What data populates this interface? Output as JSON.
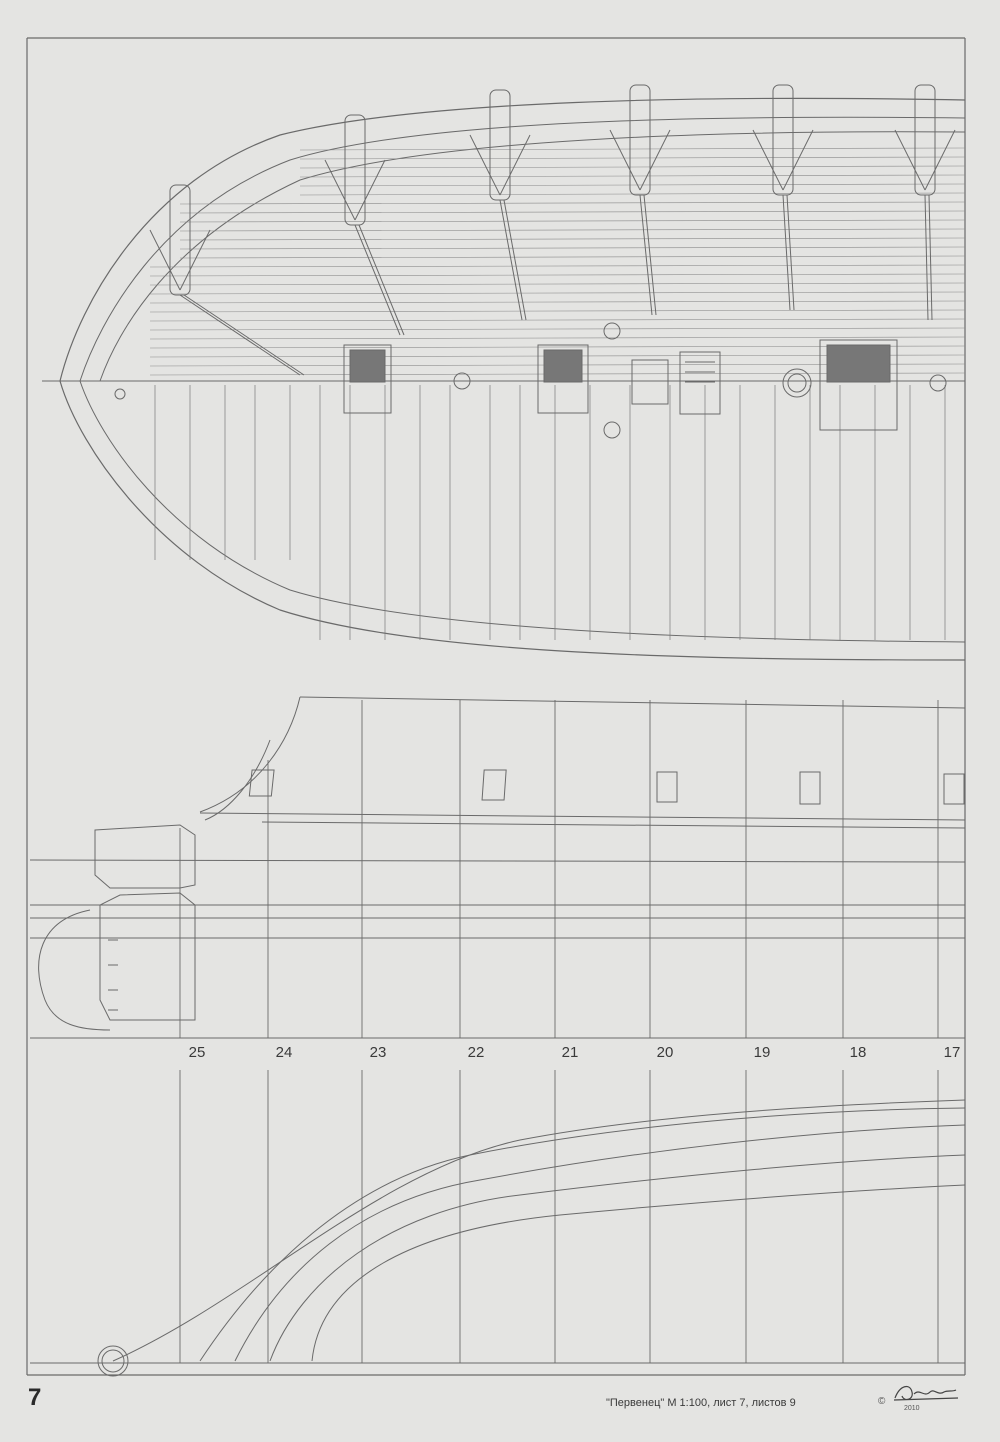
{
  "frames": [
    "25",
    "24",
    "23",
    "22",
    "21",
    "20",
    "19",
    "18",
    "17"
  ],
  "page_number": "7",
  "caption": "\"Первенец\" М 1:100, лист 7, листов 9",
  "copyright_symbol": "©",
  "signature_year": "2010",
  "line_color": "#6a6a6a",
  "paper_color": "#e4e4e2"
}
